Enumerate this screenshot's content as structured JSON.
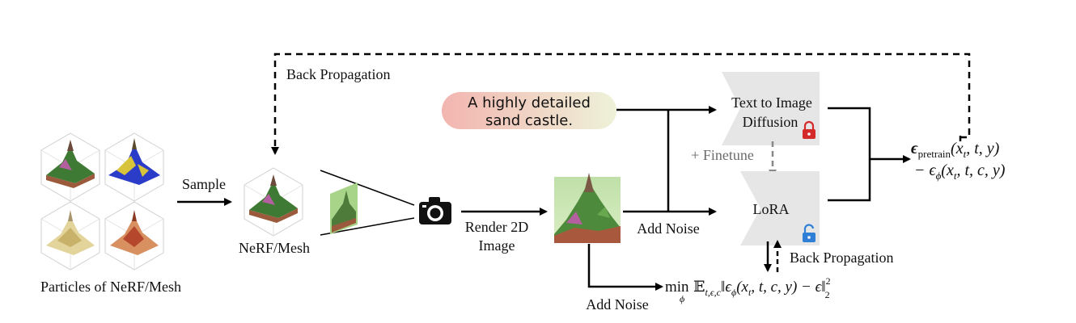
{
  "labels": {
    "back_propagation_top": "Back Propagation",
    "sample": "Sample",
    "particles": "Particles of NeRF/Mesh",
    "nerf_mesh": "NeRF/Mesh",
    "render_line1": "Render 2D",
    "render_line2": "Image",
    "add_noise_upper": "Add Noise",
    "add_noise_lower": "Add Noise",
    "finetune": "+ Finetune",
    "back_propagation_right": "Back Propagation"
  },
  "prompt": {
    "line1": "A highly detailed",
    "line2": "sand castle."
  },
  "diffusion": {
    "line1": "Text to Image",
    "line2": "Diffusion"
  },
  "lora": {
    "label": "LoRA"
  },
  "equations": {
    "eps_line1_sym": "ϵ",
    "eps_line1_sub": "pretrain",
    "eps_line1_args": "(x",
    "eps_line1_t": "t",
    "eps_line1_rest": ", t, y)",
    "eps_line2_minus": "− ϵ",
    "eps_line2_sub": "ϕ",
    "eps_line2_args": "(x",
    "eps_line2_t": "t",
    "eps_line2_rest": ", t, c, y)",
    "loss_min": "min",
    "loss_min_sub": "ϕ",
    "loss_E": "𝔼",
    "loss_E_sub": "t,ϵ,c",
    "loss_body": "‖ϵ",
    "loss_body_sub": "ϕ",
    "loss_body2": "(x",
    "loss_body2_sub": "t",
    "loss_body3": ", t, c, y) − ϵ‖",
    "loss_pow": "2",
    "loss_norm_sub": "2"
  },
  "colors": {
    "prompt_gradient_start": "#f2b5b0",
    "prompt_gradient_end": "#eef2d8",
    "box_fill": "#e6e6e6",
    "lock_locked": "#d42a2a",
    "lock_unlocked": "#2f7fd6",
    "arrow": "#000000",
    "finetune_arrow": "#888888"
  },
  "icons": {
    "camera": "camera-icon",
    "locked": "lock-icon",
    "unlocked": "unlock-icon"
  }
}
